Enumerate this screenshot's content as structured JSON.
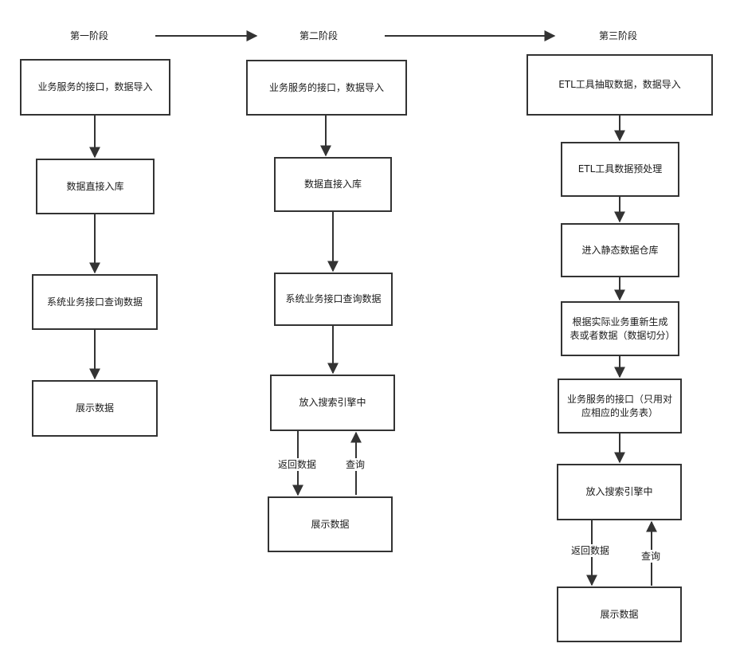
{
  "stages": [
    {
      "title": "第一阶段",
      "steps": [
        "业务服务的接口，数据导入",
        "数据直接入库",
        "系统业务接口查询数据",
        "展示数据"
      ]
    },
    {
      "title": "第二阶段",
      "steps": [
        "业务服务的接口，数据导入",
        "数据直接入库",
        "系统业务接口查询数据",
        "放入搜索引擎中",
        "展示数据"
      ],
      "return_label": "返回数据",
      "query_label": "查询"
    },
    {
      "title": "第三阶段",
      "steps": [
        "ETL工具抽取数据，数据导入",
        "ETL工具数据预处理",
        "进入静态数据仓库",
        "根据实际业务重新生成表或者数据（数据切分）",
        "业务服务的接口（只用对应相应的业务表）",
        "放入搜索引擎中",
        "展示数据"
      ],
      "return_label": "返回数据",
      "query_label": "查询"
    }
  ],
  "colors": {
    "stroke": "#333333",
    "background": "#ffffff",
    "text": "#1a1a1a"
  }
}
